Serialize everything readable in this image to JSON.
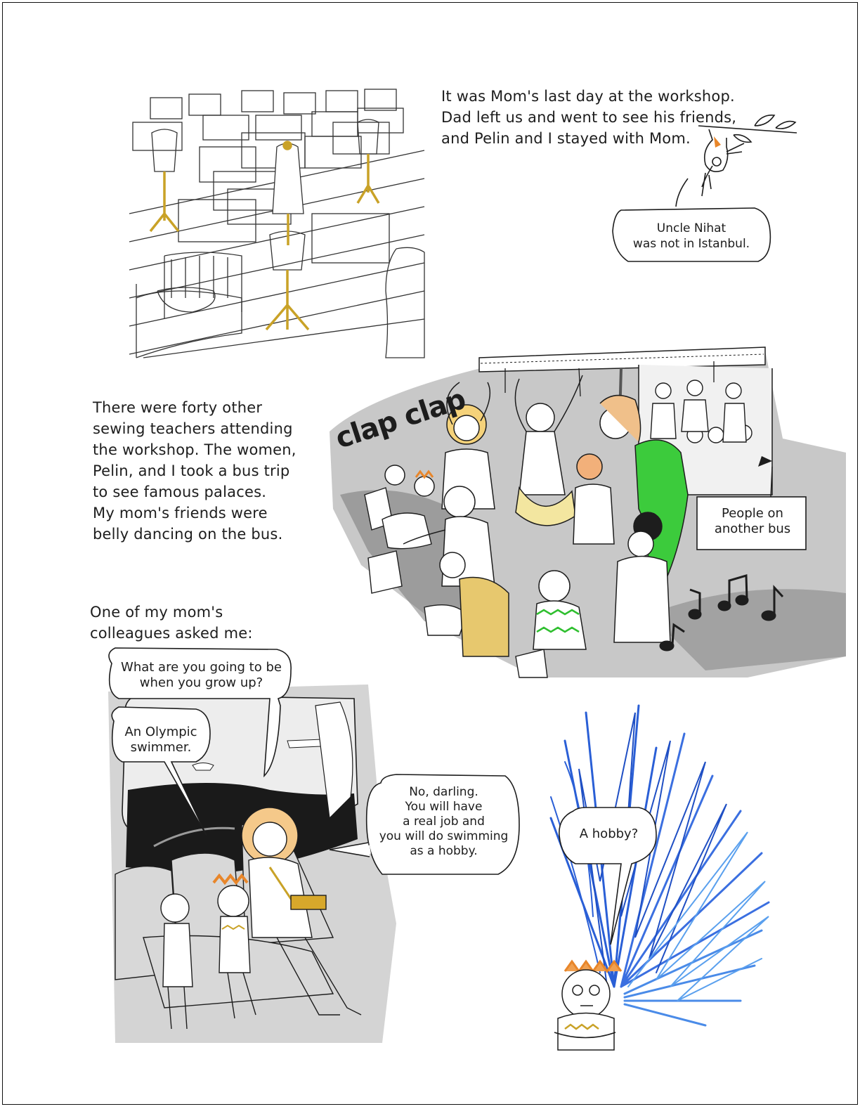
{
  "narration": {
    "top": [
      "It was Mom's last day at the workshop.",
      "Dad left us and went to see his friends,",
      "and Pelin and I stayed with Mom."
    ],
    "middle": [
      "There were forty other",
      "sewing teachers attending",
      "the workshop. The women,",
      "Pelin, and I took a bus trip",
      "to see famous palaces.",
      "My mom's friends were",
      "belly dancing on the bus."
    ],
    "bottom": [
      "One of my mom's",
      "colleagues asked me:"
    ]
  },
  "bubbles": {
    "uncle": [
      "Uncle Nihat",
      "was not in Istanbul."
    ],
    "question": [
      "What are you going to be",
      "when you grow up?"
    ],
    "answer": [
      "An Olympic",
      "swimmer."
    ],
    "reply": [
      "No, darling.",
      "You will have",
      "a real job and",
      "you will do swimming",
      "as a hobby."
    ],
    "hobby": [
      "A hobby?"
    ]
  },
  "sfx": {
    "clap": "clap clap"
  },
  "captions": {
    "other_bus": [
      "People on",
      "another bus"
    ]
  },
  "colors": {
    "ink": "#1d1d1d",
    "gold": "#c9a227",
    "green": "#2fbf2f",
    "orange": "#e8862a",
    "blue": "#2a5fd6",
    "grey_wash": "#8a8a8a"
  }
}
